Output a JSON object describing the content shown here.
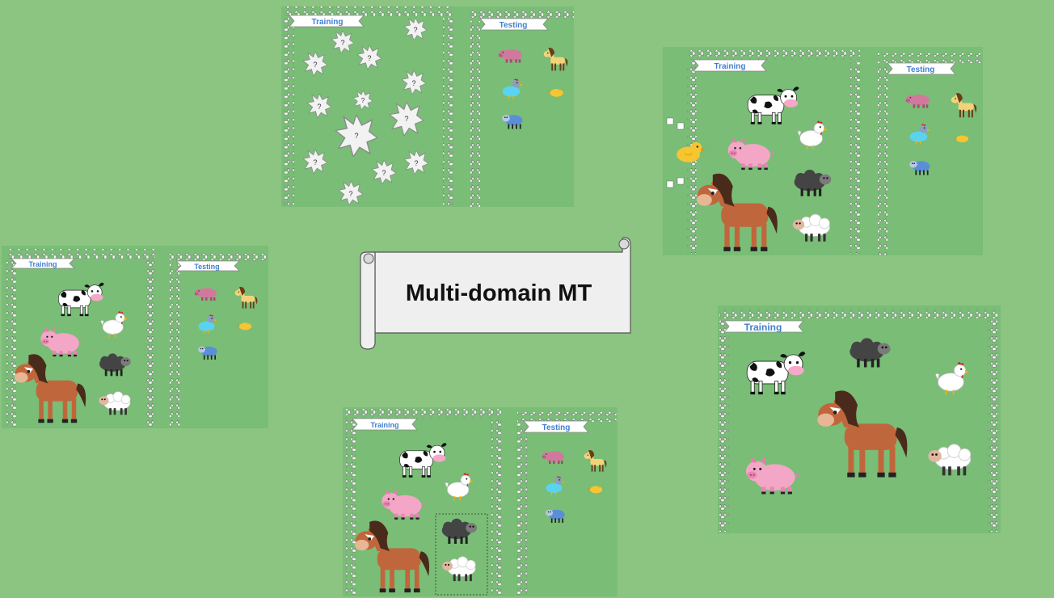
{
  "title": "Multi-domain MT",
  "scenes": [
    {
      "id": "unknown",
      "training_label": "Training",
      "testing_label": "Testing",
      "training_content": "unknown",
      "testing_animals": [
        "pig",
        "horse",
        "chicken",
        "chick",
        "sheep"
      ]
    },
    {
      "id": "full-top-right",
      "training_label": "Training",
      "testing_label": "Testing",
      "training_animals": [
        "cow",
        "chick",
        "pig",
        "hen",
        "horse",
        "black-sheep",
        "sheep"
      ],
      "testing_animals": [
        "pig",
        "horse",
        "chicken",
        "chick",
        "sheep"
      ]
    },
    {
      "id": "left",
      "training_label": "Training",
      "testing_label": "Testing",
      "training_animals": [
        "cow",
        "pig",
        "hen",
        "horse",
        "black-sheep",
        "sheep"
      ],
      "testing_animals": [
        "pig",
        "horse",
        "chicken",
        "chick",
        "sheep"
      ]
    },
    {
      "id": "bottom-center",
      "training_label": "Training",
      "testing_label": "Testing",
      "training_animals": [
        "cow",
        "pig",
        "hen",
        "horse",
        "black-sheep",
        "sheep"
      ],
      "testing_animals": [
        "pig",
        "horse",
        "chicken",
        "chick",
        "sheep"
      ],
      "highlighted": [
        "black-sheep",
        "sheep"
      ]
    },
    {
      "id": "bottom-right",
      "training_label": "Training",
      "training_animals": [
        "cow",
        "black-sheep",
        "hen",
        "horse",
        "pig",
        "sheep"
      ]
    }
  ],
  "unknown_marker": "?",
  "colors": {
    "background": "#8bc581",
    "panel": "#79bd76",
    "banner_text": "#3f7fcf",
    "fence": "#ffffff",
    "scroll_fill": "#efefef"
  }
}
